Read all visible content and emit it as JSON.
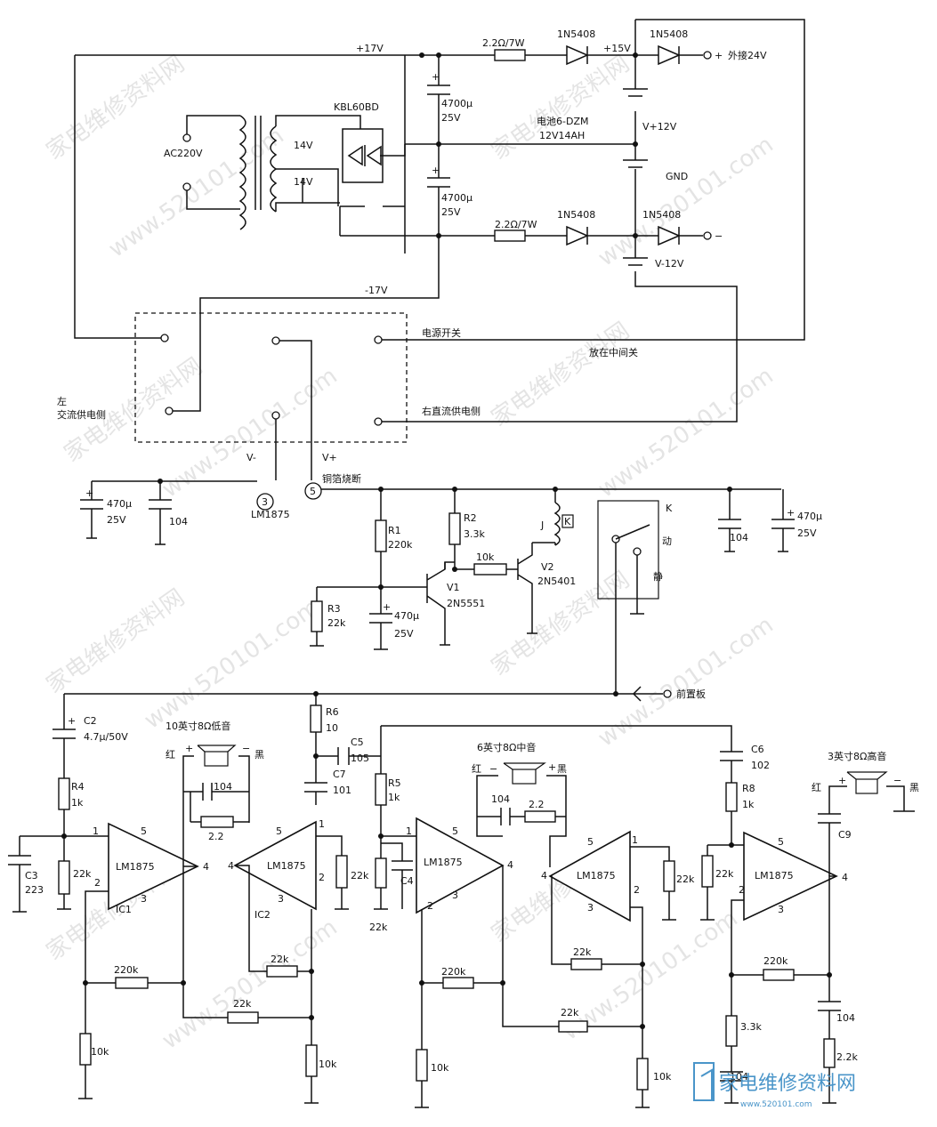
{
  "power": {
    "v17p": "+17V",
    "v17n": "-17V",
    "r_top": "2.2Ω/7W",
    "r_bot": "2.2Ω/7W",
    "d1": "1N5408",
    "d2": "1N5408",
    "d3": "1N5408",
    "d4": "1N5408",
    "v15": "+15V",
    "ext24": "外接24V",
    "c_top_val": "4700μ",
    "c_top_v": "25V",
    "c_bot_val": "4700μ",
    "c_bot_v": "25V",
    "battery": "电池6-DZM",
    "battery_spec": "12V14AH",
    "vp12": "V+12V",
    "vm12": "V-12V",
    "gnd": "GND",
    "bridge": "KBL60BD",
    "ac": "AC220V",
    "w1": "14V",
    "w2": "14V"
  },
  "switch": {
    "power_switch": "电源开关",
    "middle_off": "放在中间关",
    "left_line1": "左",
    "left_line2": "交流供电侧",
    "right_dc": "右直流供电侧",
    "vminus": "V-",
    "vplus": "V+",
    "foil_fuse": "铜箔烧断",
    "pin3": "3",
    "pin5": "5",
    "chip": "LM1875"
  },
  "mute": {
    "c470_a": "470μ",
    "c470_a_v": "25V",
    "c104_a": "104",
    "r1": "R1",
    "r1v": "220k",
    "r2": "R2",
    "r2v": "3.3k",
    "r3": "R3",
    "r3v": "22k",
    "c470_b": "470μ",
    "c470_b_v": "25V",
    "rb": "10k",
    "v1": "V1",
    "v1t": "2N5551",
    "v2": "V2",
    "v2t": "2N5401",
    "relay_j": "J",
    "relay_k": "K",
    "k_label": "K",
    "dong": "动",
    "jing": "静",
    "c104_b": "104",
    "c470_c": "470μ",
    "c470_c_v": "25V",
    "preamp": "前置板"
  },
  "amp": {
    "c2": "C2",
    "c2v": "4.7μ/50V",
    "woofer": "10英寸8Ω低音",
    "red1": "红",
    "black1": "黑",
    "c104_sp": "104",
    "r2_2a": "2.2",
    "r4": "R4",
    "r4v": "1k",
    "r22k_1": "22k",
    "c3": "C3",
    "c3v": "223",
    "ic1_name": "LM1875",
    "ic1": "IC1",
    "ic2_name": "LM1875",
    "ic2": "IC2",
    "r6": "R6",
    "r6v": "10",
    "c5": "C5",
    "c5v": "105",
    "c7": "C7",
    "c7v": "101",
    "r5": "R5",
    "r5v": "1k",
    "c4": "C4",
    "r22k_ic2": "22k",
    "r22k_lo": "22k",
    "midrange": "6英寸8Ω中音",
    "red2": "红",
    "black2": "黑",
    "c104_mid": "104",
    "r2_2b": "2.2",
    "ic3_name": "LM1875",
    "ic4_name": "LM1875",
    "r22k_ic4": "22k",
    "c6": "C6",
    "c6v": "102",
    "r8": "R8",
    "r8v": "1k",
    "tweeter": "3英寸8Ω高音",
    "red3": "红",
    "black3": "黑",
    "c9": "C9",
    "ic5_name": "LM1875",
    "r22k_ic5": "22k",
    "r220k_a": "220k",
    "r10k_a": "10k",
    "r22k_fb2": "22k",
    "r22k_x": "22k",
    "r10k_b": "10k",
    "r220k_b": "220k",
    "r10k_c": "10k",
    "r22k_fb4": "22k",
    "r22k_x2": "22k",
    "r10k_d": "10k",
    "r220k_c": "220k",
    "r3_3k": "3.3k",
    "c104_hi": "104",
    "r2_2k": "2.2k",
    "c104_lo": "104"
  },
  "watermark": {
    "text1": "家电维修资料网",
    "text2": "www.520101.com",
    "logo": "家电维修资料网",
    "logo_url": "www.520101.com"
  }
}
